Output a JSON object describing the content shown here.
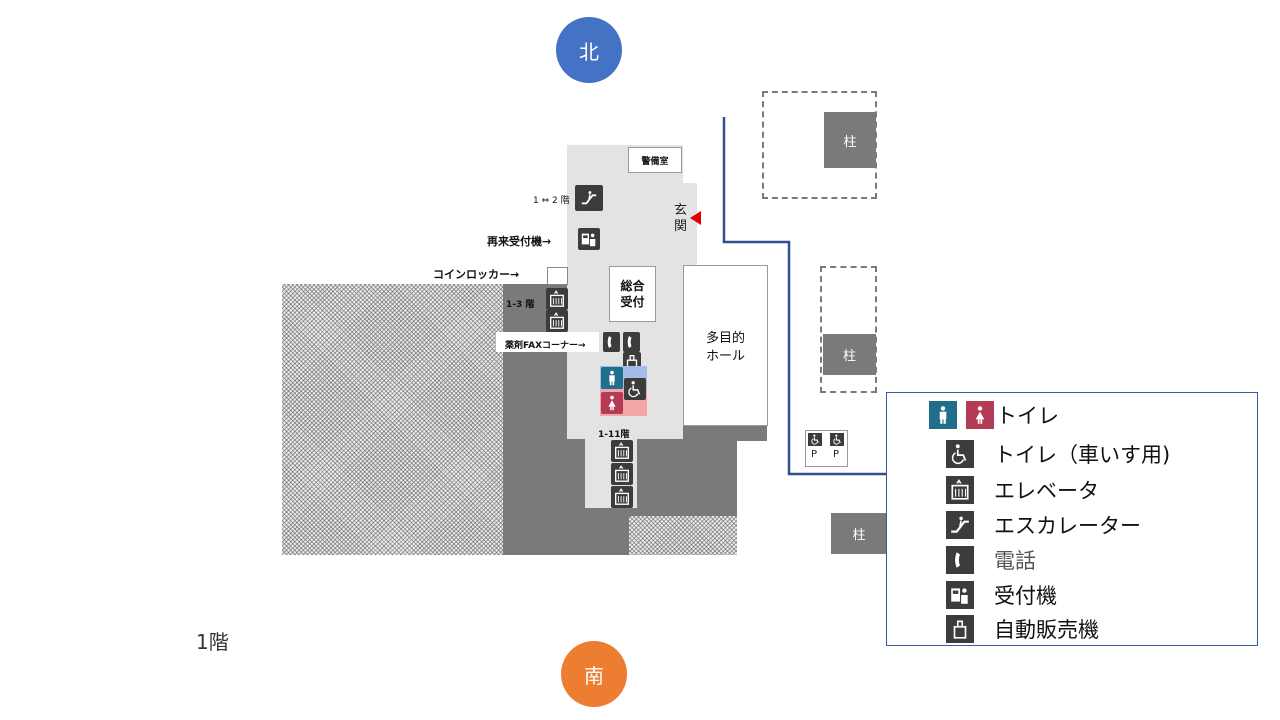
{
  "compass": {
    "north": "北",
    "south": "南",
    "north_color": "#4472c4",
    "south_color": "#ed7d31"
  },
  "floor_label": "1階",
  "rooms": {
    "security": "警備室",
    "reception_line1": "総合",
    "reception_line2": "受付",
    "hall_line1": "多目的",
    "hall_line2": "ホール",
    "entrance_line1": "玄",
    "entrance_line2": "関"
  },
  "labels": {
    "escalator_floors": "1 ⇔ 2 階",
    "reentry_machine": "再来受付機→",
    "coin_locker": "コインロッカー→",
    "elevator_1_3": "1‐3 階",
    "fax_corner": "薬剤FAXコーナー→",
    "elevator_1_11": "1-11階"
  },
  "pillars": {
    "label": "柱"
  },
  "parking": {
    "label": "P"
  },
  "legend": {
    "items": [
      {
        "icon": "toilet-icon",
        "text": "トイレ"
      },
      {
        "icon": "wheelchair-toilet-icon",
        "text": "トイレ（車いす用)"
      },
      {
        "icon": "elevator-icon",
        "text": "エレベータ"
      },
      {
        "icon": "escalator-icon",
        "text": "エスカレーター"
      },
      {
        "icon": "phone-icon",
        "text": "電話"
      },
      {
        "icon": "reception-machine-icon",
        "text": "受付機"
      },
      {
        "icon": "vending-machine-icon",
        "text": "自動販売機"
      }
    ]
  },
  "colors": {
    "toilet_male": "#1f6e8c",
    "toilet_female": "#b33b56",
    "route_line": "#2f4f8f",
    "entrance_arrow": "#e00000",
    "wall_dark": "#7a7a7a",
    "floor_light": "#e3e3e3"
  }
}
